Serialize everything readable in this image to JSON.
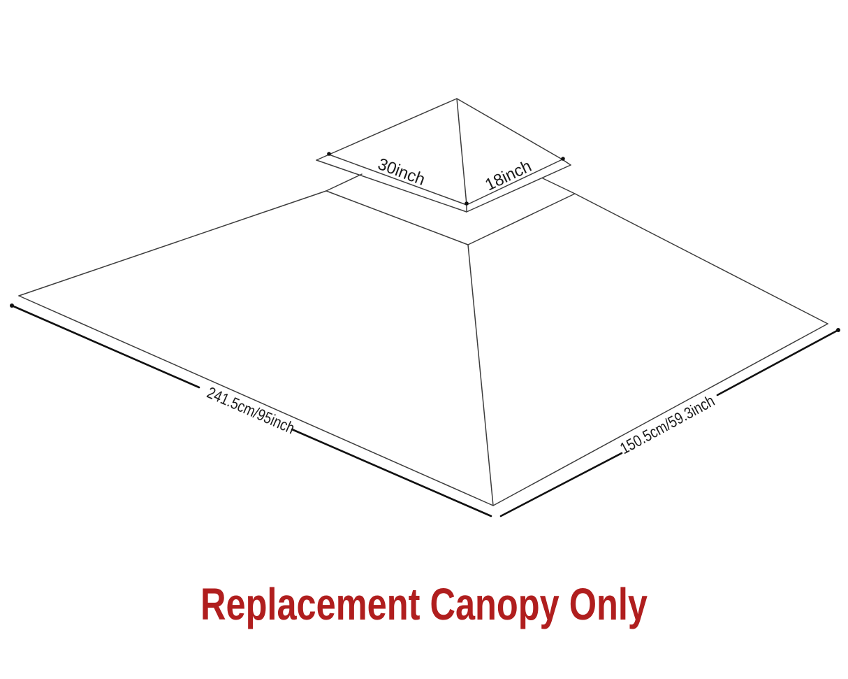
{
  "diagram": {
    "upper_canopy": {
      "front_left_edge_label": "30inch",
      "front_right_edge_label": "18inch"
    },
    "lower_canopy": {
      "long_edge_label": "241.5cm/95inch",
      "short_edge_label": "150.5cm/59.3inch"
    },
    "caption": "Replacement Canopy Only",
    "colors": {
      "caption_red": "#b01e1e",
      "outline": "#3d3d3d",
      "dimension": "#111111"
    }
  }
}
